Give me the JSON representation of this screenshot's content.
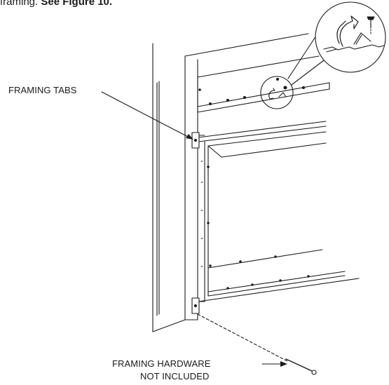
{
  "header": {
    "prefix": "framing. ",
    "figure_ref": "See Figure 10."
  },
  "callouts": {
    "framing_tabs": "FRAMING TABS",
    "framing_hardware_line1": "FRAMING HARDWARE",
    "framing_hardware_line2": "NOT INCLUDED"
  }
}
